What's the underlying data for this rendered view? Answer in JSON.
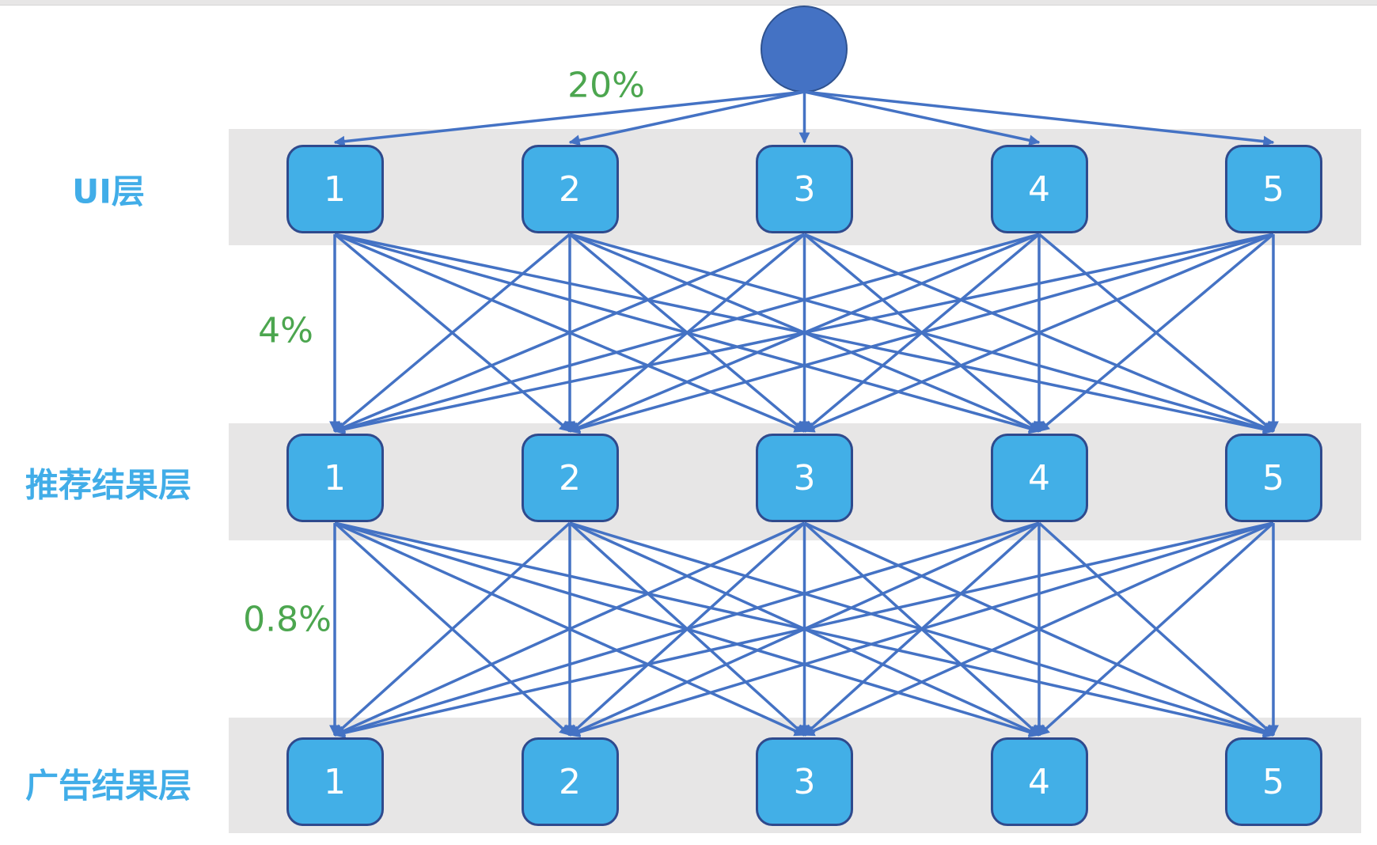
{
  "diagram": {
    "root_node": {
      "label": ""
    },
    "layers": [
      {
        "label": "UI层",
        "nodes": [
          "1",
          "2",
          "3",
          "4",
          "5"
        ]
      },
      {
        "label": "推荐结果层",
        "nodes": [
          "1",
          "2",
          "3",
          "4",
          "5"
        ]
      },
      {
        "label": "广告结果层",
        "nodes": [
          "1",
          "2",
          "3",
          "4",
          "5"
        ]
      }
    ],
    "conversion_rates": [
      {
        "value": "20%"
      },
      {
        "value": "4%"
      },
      {
        "value": "0.8%"
      }
    ],
    "colors": {
      "accent_blue": "#4472c4",
      "root_border": "#2f528f",
      "node_fill": "#42afe7",
      "node_border": "#2f4a8d",
      "node_text": "#ffffff",
      "band_background": "#e7e6e6",
      "layer_label": "#41ade8",
      "rate_text": "#4ca64f"
    }
  }
}
